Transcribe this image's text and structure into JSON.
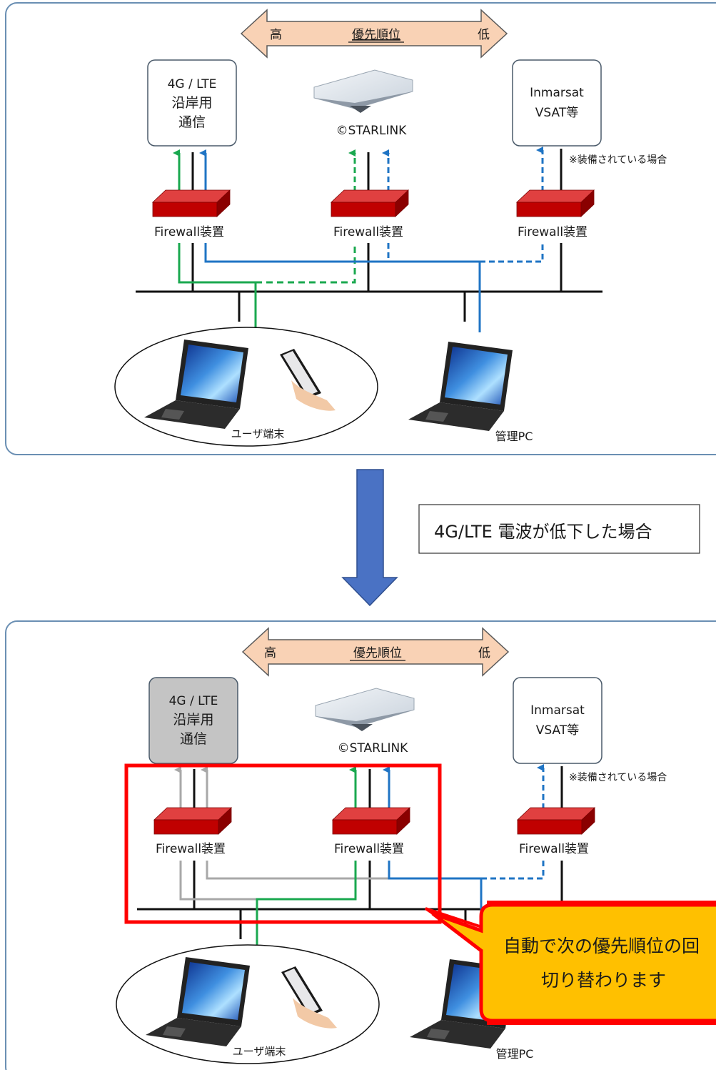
{
  "colors": {
    "green": "#1aa84f",
    "blue": "#1f74c4",
    "gray": "#a8a8a8",
    "panel_border": "#6a8fb3",
    "priority_arrow_fill": "#f9d2b5",
    "priority_arrow_stroke": "#5a5a5a",
    "firewall": "#c00000",
    "highlight_box": "#ff0000",
    "callout_fill": "#ffc000",
    "down_arrow": "#4a72c4"
  },
  "top": {
    "priority": {
      "high": "高",
      "label": "優先順位",
      "low": "低"
    },
    "lte": [
      "4G / LTE",
      "沿岸用",
      "通信"
    ],
    "starlink": "©STARLINK",
    "inmarsat": [
      "Inmarsat",
      "VSAT等"
    ],
    "if_equipped": "※装備されている場合",
    "firewall": "Firewall装置",
    "user_terminal": "ユーザ端末",
    "admin_pc": "管理PC"
  },
  "transition": {
    "label": "4G/LTE 電波が低下した場合",
    "icon": "down-arrow-icon"
  },
  "bottom": {
    "priority": {
      "high": "高",
      "label": "優先順位",
      "low": "低"
    },
    "lte": [
      "4G / LTE",
      "沿岸用",
      "通信"
    ],
    "starlink": "©STARLINK",
    "inmarsat": [
      "Inmarsat",
      "VSAT等"
    ],
    "if_equipped": "※装備されている場合",
    "firewall": "Firewall装置",
    "user_terminal": "ユーザ端末",
    "admin_pc": "管理PC",
    "callout": [
      "自動で次の優先順位の回",
      "切り替わります"
    ]
  }
}
